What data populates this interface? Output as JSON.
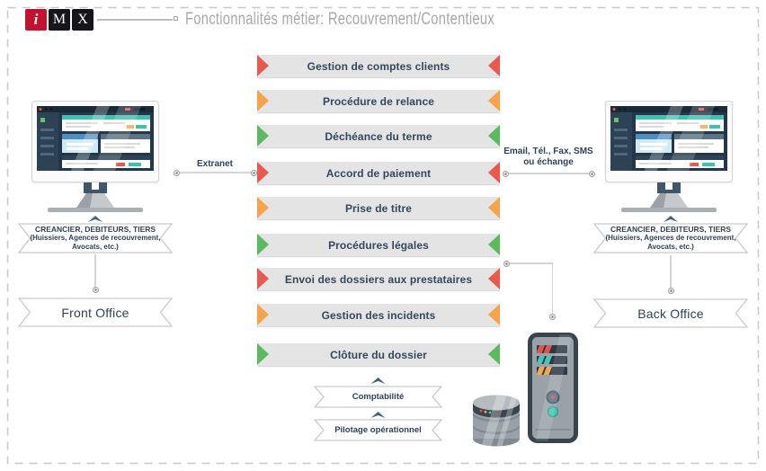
{
  "header": {
    "logo_letters": [
      "i",
      "M",
      "X"
    ],
    "title": "Fonctionnalités métier: Recouvrement/Contentieux"
  },
  "process_banners": [
    {
      "label": "Gestion de comptes clients",
      "color": "#e85a50"
    },
    {
      "label": "Procédure de relance",
      "color": "#f6a44b"
    },
    {
      "label": "Déchéance du terme",
      "color": "#5cb95f"
    },
    {
      "label": "Accord de paiement",
      "color": "#e85a50"
    },
    {
      "label": "Prise de titre",
      "color": "#f6a44b"
    },
    {
      "label": "Procédures légales",
      "color": "#5cb95f"
    },
    {
      "label": "Envoi des dossiers aux prestataires",
      "color": "#e85a50"
    },
    {
      "label": "Gestion des incidents",
      "color": "#f6a44b"
    },
    {
      "label": "Clôture du dossier",
      "color": "#5cb95f"
    }
  ],
  "connectors": {
    "extranet_label": "Extranet",
    "right_label_line1": "Email, Tél., Fax, SMS",
    "right_label_line2": "ou échange"
  },
  "front_office": {
    "actors_line1": "CREANCIER, DEBITEURS, TIERS",
    "actors_line2": "(Huissiers, Agences de recouvrement,",
    "actors_line3": "Avocats, etc.)",
    "label": "Front Office"
  },
  "back_office": {
    "actors_line1": "CREANCIER, DEBITEURS, TIERS",
    "actors_line2": "(Huissiers, Agences de recouvrement,",
    "actors_line3": "Avocats, etc.)",
    "label": "Back Office"
  },
  "outputs": {
    "ribbon1": "Comptabilité",
    "ribbon2": "Pilotage opérationnel"
  },
  "colors": {
    "red": "#e85a50",
    "orange": "#f6a44b",
    "green": "#5cb95f",
    "navy": "#2e4257",
    "banner_gray": "#e4e4e4",
    "teal": "#3ec1ae",
    "logo_red": "#c1122f",
    "logo_black": "#15151a",
    "title_gray": "#a8a8a8"
  }
}
